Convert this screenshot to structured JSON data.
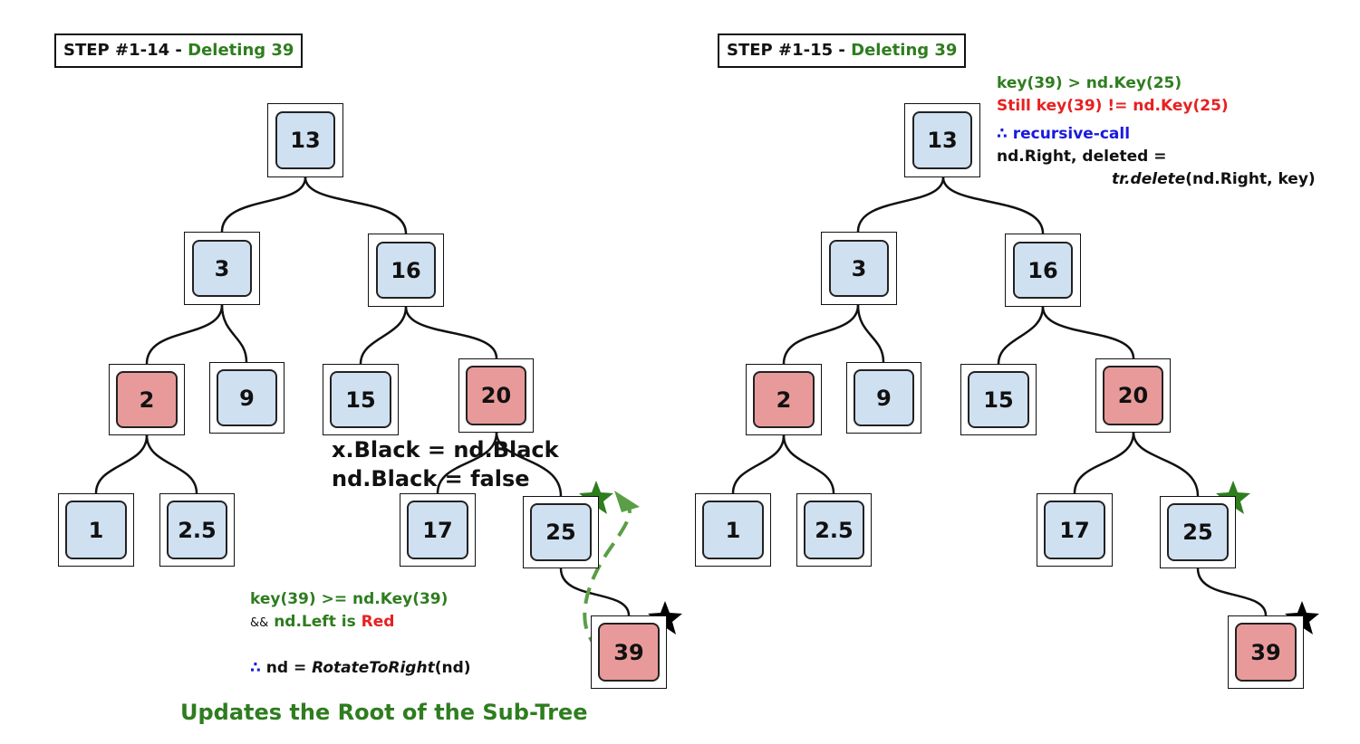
{
  "left_panel": {
    "step_label": "STEP #1-14 - ",
    "step_action": "Deleting 39",
    "nodes": {
      "n13": "13",
      "n3": "3",
      "n16": "16",
      "n2": "2",
      "n9": "9",
      "n15": "15",
      "n20": "20",
      "n1": "1",
      "n2_5": "2.5",
      "n17": "17",
      "n25": "25",
      "n39": "39"
    },
    "assign_line1": "x.Black = nd.Black",
    "assign_line2": "nd.Black = false",
    "cond_line1": "key(39) >= nd.Key(39)",
    "cond_amp": "&&",
    "cond_line2_a": "nd.Left is ",
    "cond_line2_b": "Red",
    "therefore": "∴",
    "result_a": "nd = ",
    "result_fn": "RotateToRight",
    "result_b": "(nd)",
    "caption": "Updates the Root of the Sub-Tree"
  },
  "right_panel": {
    "step_label": "STEP #1-15 - ",
    "step_action": "Deleting 39",
    "nodes": {
      "n13": "13",
      "n3": "3",
      "n16": "16",
      "n2": "2",
      "n9": "9",
      "n15": "15",
      "n20": "20",
      "n1": "1",
      "n2_5": "2.5",
      "n17": "17",
      "n25": "25",
      "n39": "39"
    },
    "line1": "key(39) > nd.Key(25)",
    "line2": "Still key(39) != nd.Key(25)",
    "line3_sym": "∴",
    "line3": "recursive-call",
    "line4": "nd.Right, deleted =",
    "line5_fn": "tr.delete",
    "line5_args": "(nd.Right, key)"
  },
  "colors": {
    "black_node": "#cfe0f1",
    "red_node": "#e89a9a",
    "green_text": "#2e7d1f",
    "red_text": "#e82020",
    "blue_text": "#1a1ae0",
    "star_green": "#2e7d1f",
    "star_black": "#000000"
  }
}
